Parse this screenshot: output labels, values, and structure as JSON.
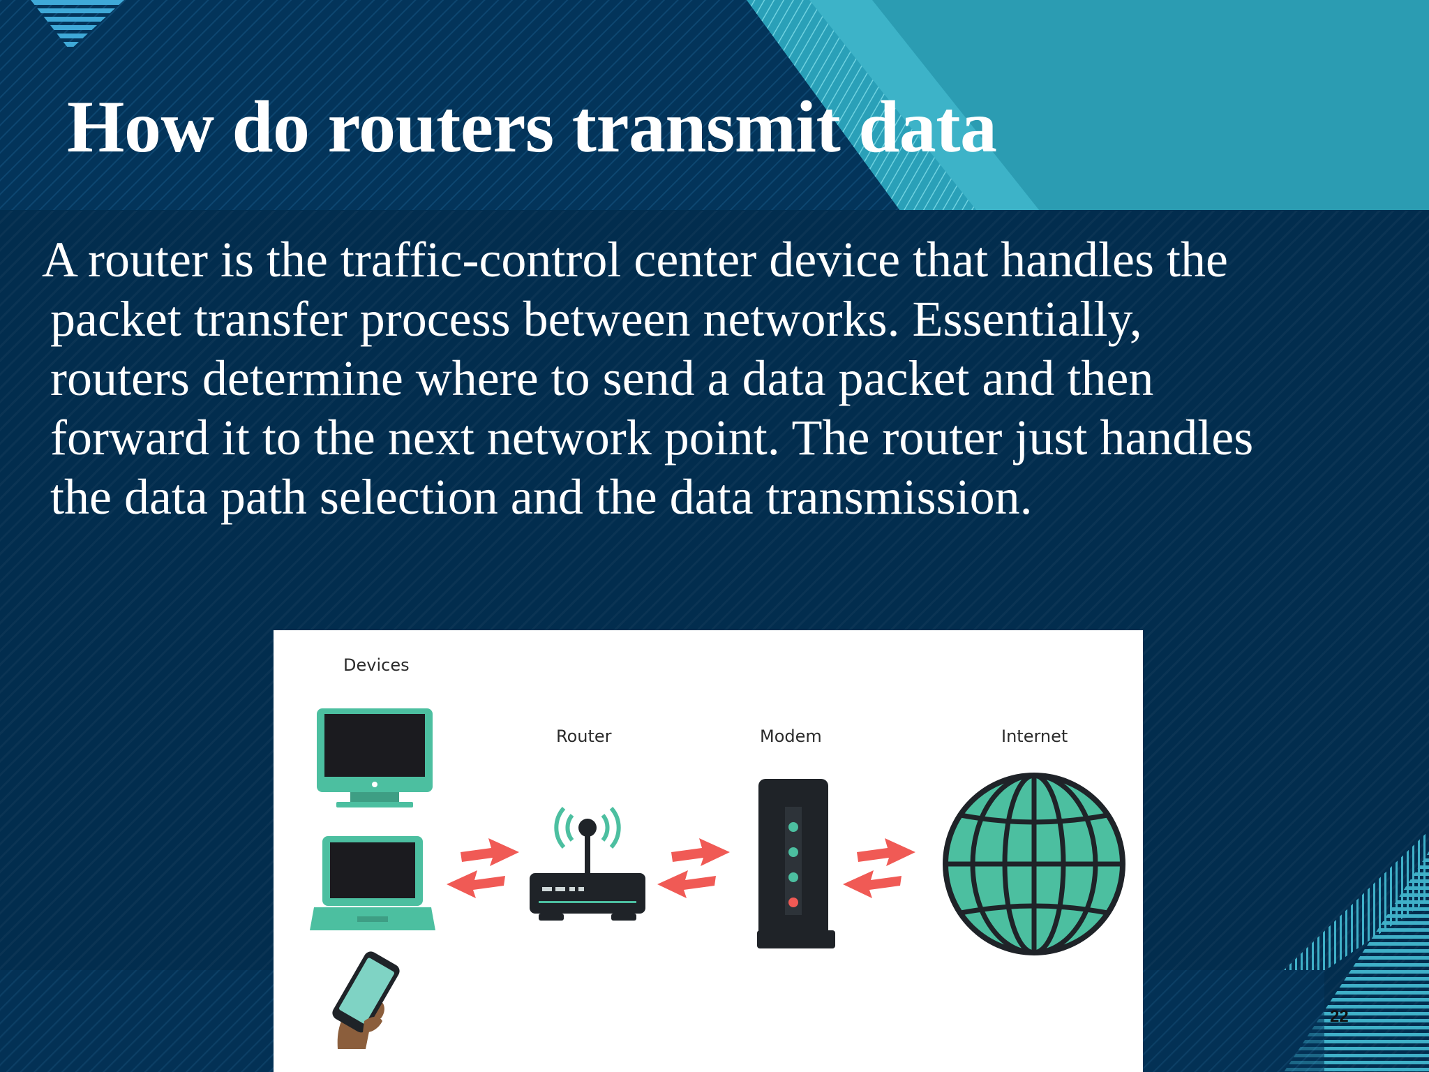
{
  "slide": {
    "title": "How do routers transmit data",
    "body_lines": [
      "A router is the traffic-control center device that handles the",
      "packet transfer process between networks. Essentially,",
      "routers determine where to send a data packet and then",
      "forward it to the next network point. The router just handles",
      "the data path selection and the data transmission."
    ],
    "page_number": "22"
  },
  "diagram": {
    "labels": {
      "devices": "Devices",
      "router": "Router",
      "modem": "Modem",
      "internet": "Internet"
    },
    "icons": [
      "monitor-icon",
      "laptop-icon",
      "smartphone-icon",
      "router-icon",
      "modem-icon",
      "globe-icon",
      "bidirectional-arrow-icon"
    ]
  },
  "colors": {
    "background": "#022d4e",
    "accent_teal": "#3fb6c9",
    "icon_green": "#4cbfa0",
    "arrow_red": "#f05a55",
    "text": "#ffffff"
  }
}
